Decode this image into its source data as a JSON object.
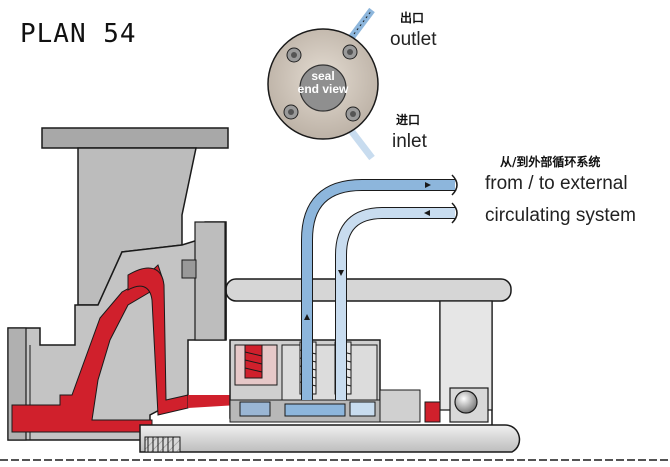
{
  "title": "PLAN 54",
  "seal_view": {
    "line1": "seal",
    "line2": "end view"
  },
  "outlet": {
    "cn": "出口",
    "en": "outlet"
  },
  "inlet": {
    "cn": "进口",
    "en": "inlet"
  },
  "external": {
    "cn": "从/到外部循环系统",
    "en1": "from / to external",
    "en2": "circulating system"
  },
  "colors": {
    "flush_dark": "#8db6dc",
    "flush_light": "#c8dcef",
    "process_red": "#d0202c",
    "metal": "#c9c9c9",
    "outline": "#1a1a1a"
  }
}
